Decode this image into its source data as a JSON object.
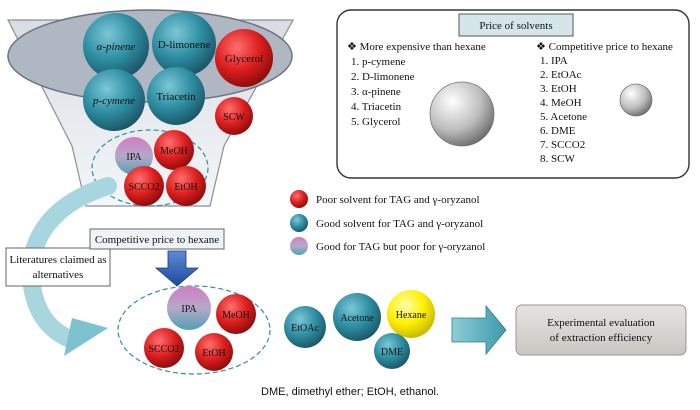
{
  "funnel": {
    "top_bubbles": [
      "α-pinene",
      "D-limonene",
      "Glycerol",
      "p-cymene",
      "Triacetin",
      "SCW"
    ],
    "bottom_bubbles": [
      "IPA",
      "MeOH",
      "SCCO2",
      "EtOH"
    ]
  },
  "legend": [
    {
      "label": "Poor solvent for TAG and γ-oryzanol"
    },
    {
      "label": "Good solvent for TAG and γ-oryzanol"
    },
    {
      "label": "Good for TAG but poor for γ-oryzanol"
    }
  ],
  "price_panel": {
    "title": "Price of solvents",
    "expensive_heading": "❖ More expensive than hexane",
    "expensive_items": [
      "1. p-cymene",
      "2. D-limonene",
      "3. α-pinene",
      "4. Triacetin",
      "5. Glycerol"
    ],
    "competitive_heading": "❖ Competitive price to hexane",
    "competitive_items": [
      "1. IPA",
      "2. EtOAc",
      "3. EtOH",
      "4. MeOH",
      "5. Acetone",
      "6. DME",
      "7. SCCO2",
      "8. SCW"
    ]
  },
  "labels": {
    "competitive_box": "Competitive price to hexane",
    "literature_line1": "Literatures claimed as",
    "literature_line2": "alternatives",
    "evaluation_line1": "Experimental evaluation",
    "evaluation_line2": "of extraction efficiency"
  },
  "bottom_group": {
    "cluster_bubbles": [
      "IPA",
      "MeOH",
      "SCCO2",
      "EtOH"
    ],
    "chain_bubbles": [
      "EtOAc",
      "Acetone",
      "Hexane",
      "DME"
    ]
  },
  "caption": "DME, dimethyl ether; EtOH, ethanol.",
  "colors": {
    "red": "#dd1f1f",
    "teal": "#2f8ea3",
    "yellow": "#fff000",
    "pink": "#c27ab6"
  }
}
